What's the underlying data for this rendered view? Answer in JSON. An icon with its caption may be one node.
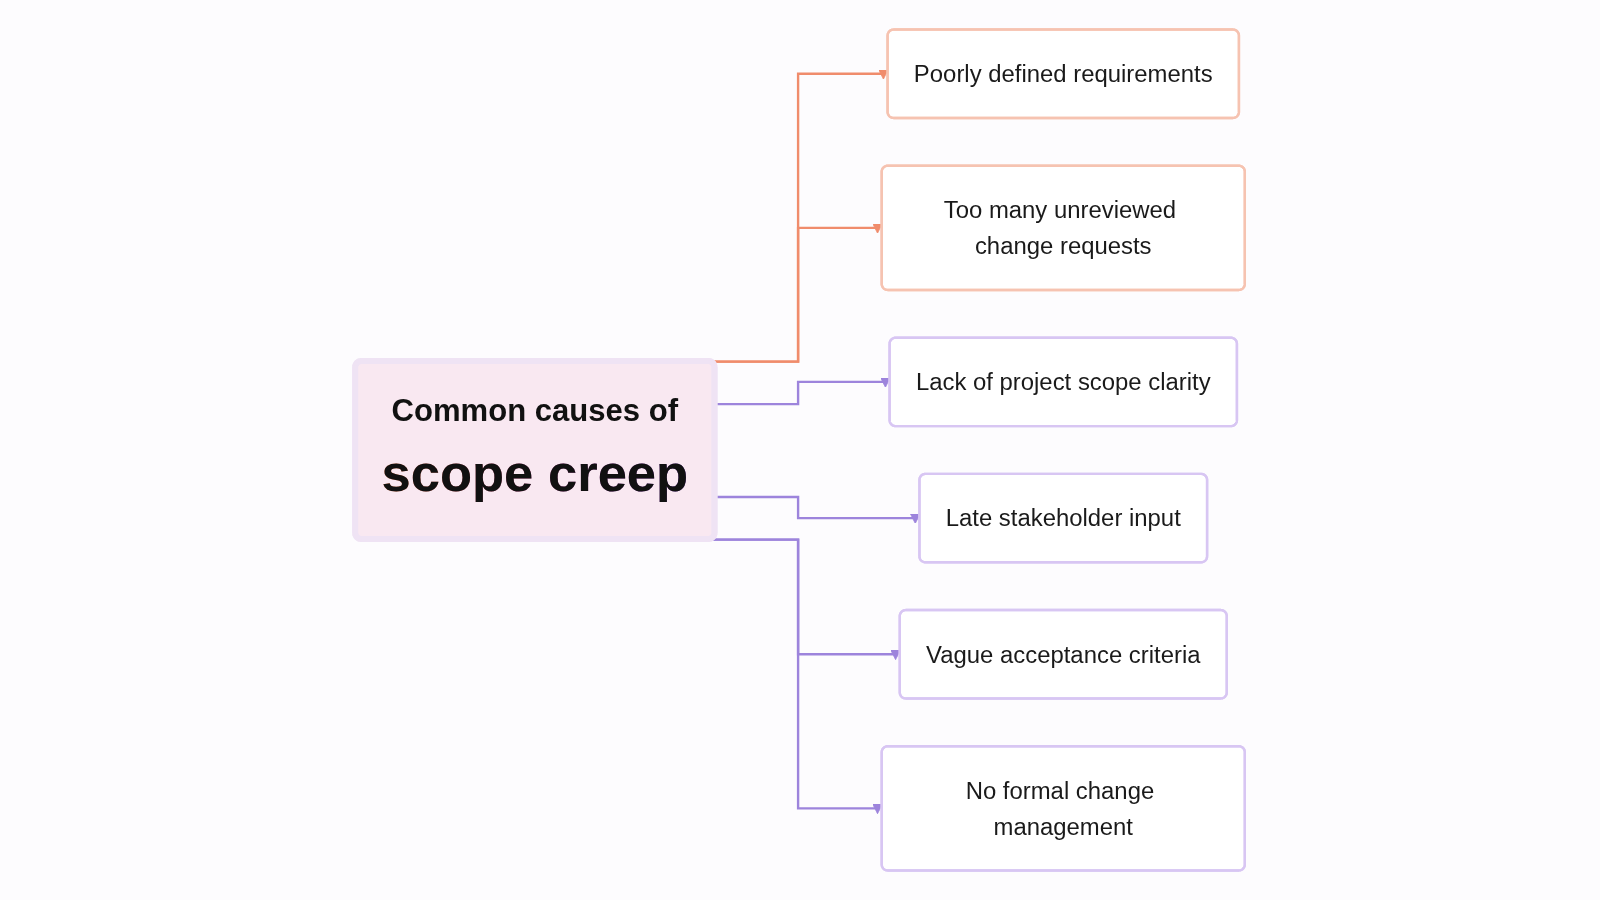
{
  "diagram": {
    "nodes": [
      {
        "text": [
          "Poorly defined requirements"
        ]
      },
      {
        "text": [
          "Too many unreviewed change requests"
        ]
      },
      {
        "text": [
          "Lack of project scope clarity"
        ]
      },
      {
        "text": [
          "Common causes of",
          "scope creep"
        ]
      },
      {
        "text": [
          "Late stakeholder input"
        ]
      },
      {
        "text": [
          "Vague acceptance criteria"
        ]
      },
      {
        "text": [
          "No formal change management"
        ]
      }
    ],
    "edges": [
      {
        "from": 3,
        "to": 0,
        "arrow": "to",
        "color": "#f08c6c"
      },
      {
        "from": 3,
        "to": 1,
        "arrow": "to",
        "color": "#f08c6c"
      },
      {
        "from": 3,
        "to": 2,
        "arrow": "to"
      },
      {
        "from": 3,
        "to": 4,
        "arrow": "to"
      },
      {
        "from": 3,
        "to": 5,
        "arrow": "to"
      },
      {
        "from": 3,
        "to": 6,
        "arrow": "to"
      }
    ]
  }
}
